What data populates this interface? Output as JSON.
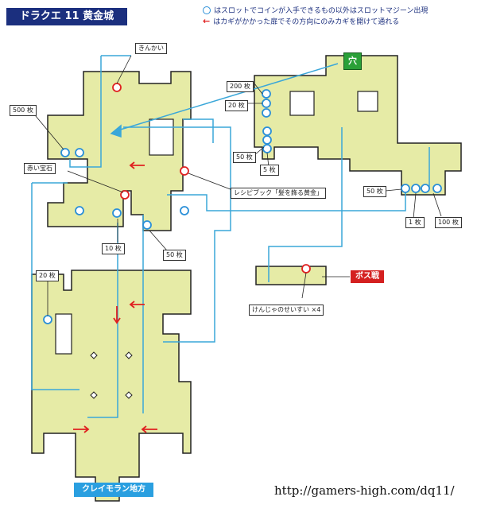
{
  "title": "ドラクエ 11 黄金城 (PS4)",
  "legend": {
    "slot_text": "はスロットでコインが入手できるもの以外はスロットマジーン出現",
    "door_text": "はカギがかかった扉でその方向にのみカギを開けて通れる"
  },
  "labels": {
    "kinkai": "きんかい",
    "c500": "500 枚",
    "akai_houseki": "赤い宝石",
    "recipe": "レシピブック「髪を飾る黄金」",
    "c10": "10 枚",
    "c50a": "50 枚",
    "c20a": "20 枚",
    "c200": "200 枚",
    "c20b": "20 枚",
    "c50b": "50 枚",
    "c5": "5 枚",
    "c50c": "50 枚",
    "c1": "1 枚",
    "c100": "100 枚",
    "kenja": "けんじゃのせいすい ×4"
  },
  "markers": {
    "hole": "穴",
    "boss": "ボス戦",
    "region": "クレイモラン地方"
  },
  "url": "http://gamers-high.com/dq11/",
  "colors": {
    "floor": "#e6eba6",
    "wall": "#222222",
    "slot": "#2a8fd8",
    "door": "#e02020",
    "path": "#3aa7d9"
  }
}
